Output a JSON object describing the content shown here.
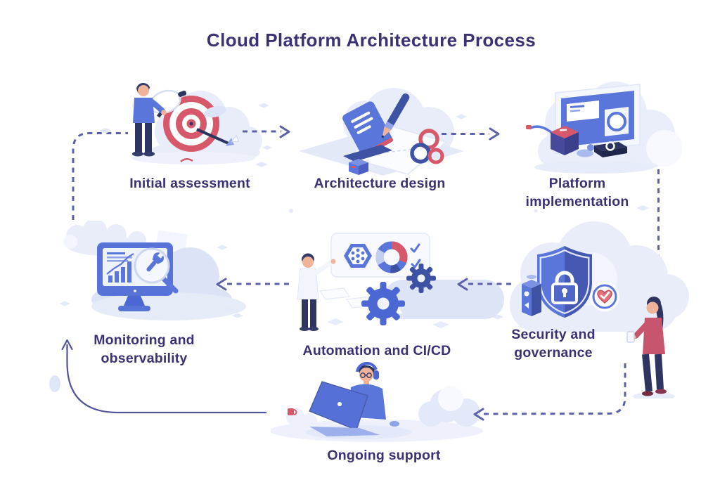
{
  "title": "Cloud Platform Architecture Process",
  "nodes": {
    "initial_assessment": {
      "label": "Initial assessment",
      "lines": [
        "Initial assessment"
      ]
    },
    "architecture_design": {
      "label": "Architecture design",
      "lines": [
        "Architecture design"
      ]
    },
    "platform_implementation": {
      "label": "Platform implementation",
      "lines": [
        "Platform",
        "implementation"
      ]
    },
    "security_governance": {
      "label": "Security and governance",
      "lines": [
        "Security and",
        "governance"
      ]
    },
    "automation_cicd": {
      "label": "Automation and CI/CD",
      "lines": [
        "Automation and CI/CD"
      ]
    },
    "monitoring_observability": {
      "label": "Monitoring and observability",
      "lines": [
        "Monitoring and",
        "observability"
      ]
    },
    "ongoing_support": {
      "label": "Ongoing support",
      "lines": [
        "Ongoing support"
      ]
    }
  },
  "colors": {
    "text": "#3a3273",
    "connector_dashed": "#5d61a9",
    "connector_solid": "#52559b",
    "primary_blue": "#5b76db",
    "deep_blue": "#3e52a3",
    "navy": "#2e3560",
    "red": "#d6586a",
    "cloud": "#e9edfa"
  }
}
